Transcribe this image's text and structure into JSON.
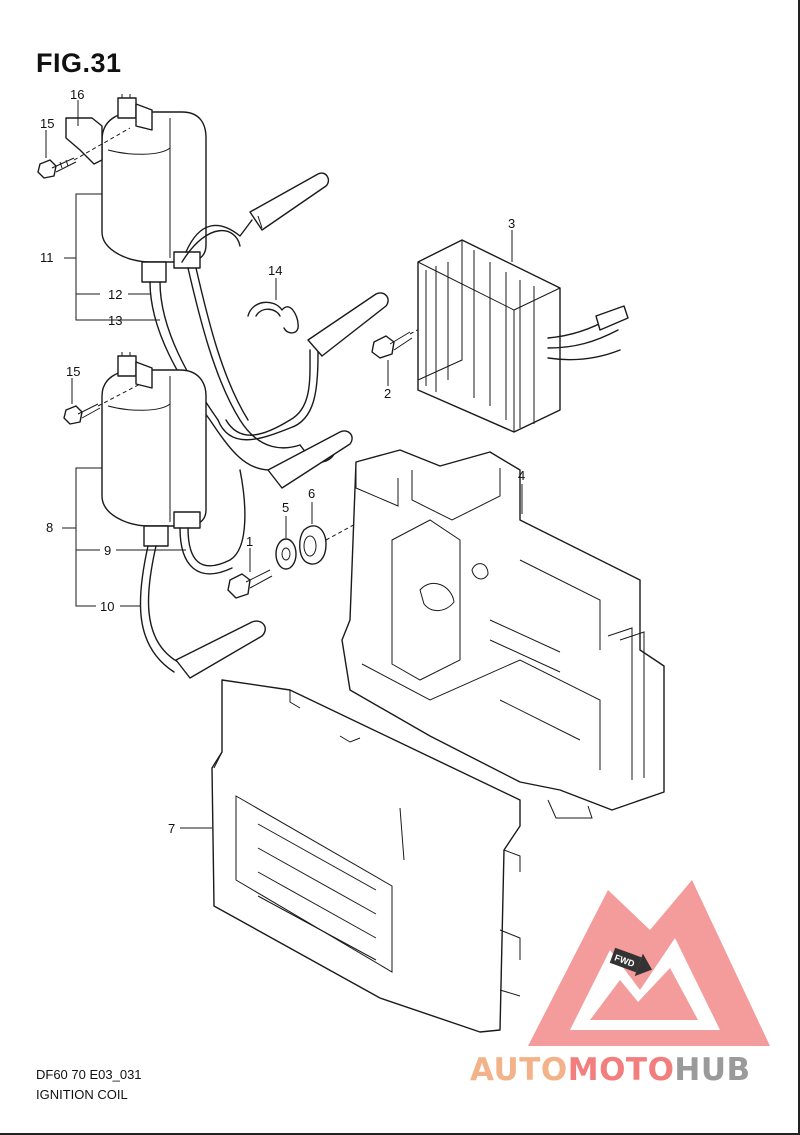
{
  "figure": {
    "title": "FIG.31",
    "code": "DF60 70 E03_031",
    "name": "IGNITION COIL"
  },
  "callouts": [
    "1",
    "2",
    "3",
    "4",
    "5",
    "6",
    "7",
    "8",
    "9",
    "10",
    "11",
    "12",
    "13",
    "14",
    "15",
    "15",
    "16"
  ],
  "fwd_label": "FWD",
  "watermark": {
    "part1": "AUTO",
    "part2": "MOTO",
    "part3": "HUB",
    "colors": {
      "auto": "#f3b38a",
      "moto": "#f27e7e",
      "hub": "#9a9a9a",
      "triangle": "#f28a8a"
    }
  }
}
